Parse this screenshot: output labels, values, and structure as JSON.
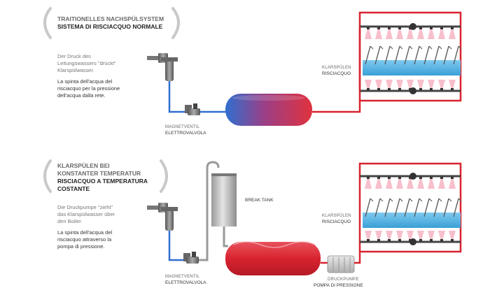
{
  "colors": {
    "water_pipe": "#2f6fd0",
    "red_pipe": "#d8232f",
    "tank_red": "#e0323e",
    "tank_blue": "#2f6fd0",
    "rinse_band": "#4fb3e3",
    "spray_pink": "#f4a9ba",
    "bracket_gray": "#c9c9c9"
  },
  "section1": {
    "title_de": "TRAITIONELLES NACHSPÜLSYSTEM",
    "title_it": "SISTEMA DI RISCIACQUO NORMALE",
    "desc_de": "Der Druck des\nLeitungswassers \"drückt\"\nKlarspülwasser.",
    "desc_it": "La spinta dell'acqua del\nrisciacquo per la pressione\ndell'acqua dalla rete.",
    "valve_de": "MAGNETVENTIL",
    "valve_it": "ELETTROVALVOLA",
    "rinse_de": "KLARSPÜLEN",
    "rinse_it": "RISCIACQUO"
  },
  "section2": {
    "title_de": "KLARSPÜLEN BEI\nKONSTANTER TEMPERATUR",
    "title_it": "RISCIACQUO A TEMPERATURA\nCOSTANTE",
    "desc_de": "Die Druckpumpe \"zieht\"\ndas Klarspülwasser über\nden Boiler.",
    "desc_it": "La spinta dell'acqua del\nrisciacquo attraverso la\npompa di pressione.",
    "valve_de": "MAGNETVENTIL",
    "valve_it": "ELETTROVALVOLA",
    "rinse_de": "KLARSPÜLEN",
    "rinse_it": "RISCIACQUO",
    "break_tank": "BREAK TANK",
    "pump_de": "DRUCKPUMPE",
    "pump_it": "POMPA DI PRESSIONE"
  }
}
